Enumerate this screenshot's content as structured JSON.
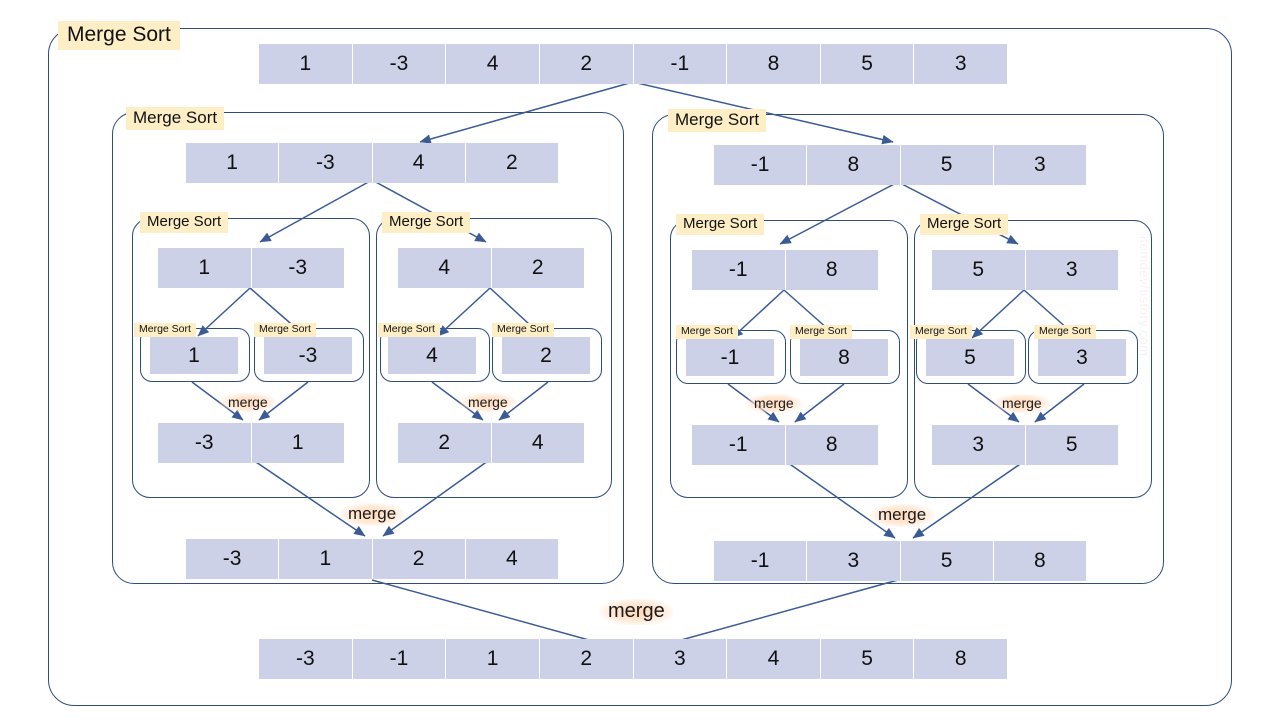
{
  "title": "Merge Sort",
  "labels": {
    "merge_sort": "Merge Sort",
    "merge": "merge"
  },
  "colors": {
    "cell_fill": "#ccd1e7",
    "tag_fill": "#fdeec6",
    "merge_glow": "#ffd6b5",
    "border": "#2e4d7b",
    "arrow": "#3a5b96",
    "text": "#111111"
  },
  "watermark": "itemdev/tistory.com",
  "chart_data": {
    "type": "tree",
    "root": [
      1,
      -3,
      4,
      2,
      -1,
      8,
      5,
      3
    ],
    "result": [
      -3,
      -1,
      1,
      2,
      3,
      4,
      5,
      8
    ]
  },
  "arrays": {
    "root": [
      "1",
      "-3",
      "4",
      "2",
      "-1",
      "8",
      "5",
      "3"
    ],
    "l1_left": [
      "1",
      "-3",
      "4",
      "2"
    ],
    "l1_right": [
      "-1",
      "8",
      "5",
      "3"
    ],
    "l2_a": [
      "1",
      "-3"
    ],
    "l2_b": [
      "4",
      "2"
    ],
    "l2_c": [
      "-1",
      "8"
    ],
    "l2_d": [
      "5",
      "3"
    ],
    "leaf_1": [
      "1"
    ],
    "leaf_2": [
      "-3"
    ],
    "leaf_3": [
      "4"
    ],
    "leaf_4": [
      "2"
    ],
    "leaf_5": [
      "-1"
    ],
    "leaf_6": [
      "8"
    ],
    "leaf_7": [
      "5"
    ],
    "leaf_8": [
      "3"
    ],
    "merged_a": [
      "-3",
      "1"
    ],
    "merged_b": [
      "2",
      "4"
    ],
    "merged_c": [
      "-1",
      "8"
    ],
    "merged_d": [
      "3",
      "5"
    ],
    "merged_left": [
      "-3",
      "1",
      "2",
      "4"
    ],
    "merged_right": [
      "-1",
      "3",
      "5",
      "8"
    ],
    "final": [
      "-3",
      "-1",
      "1",
      "2",
      "3",
      "4",
      "5",
      "8"
    ]
  }
}
